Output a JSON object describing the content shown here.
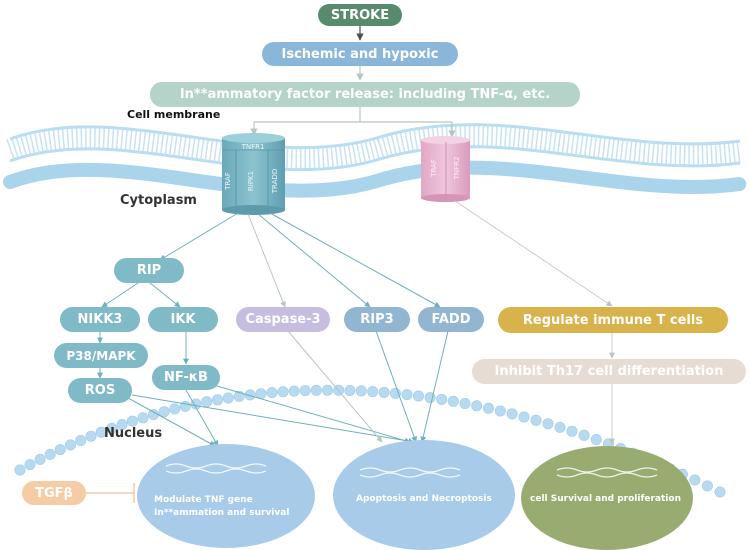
{
  "top": {
    "stroke": "STROKE",
    "ischemic": "Ischemic and hypoxic",
    "release": "In**ammatory factor release: including TNF-α, etc."
  },
  "labels": {
    "cell_membrane": "Cell membrane",
    "cytoplasm": "Cytoplasm",
    "nucleus": "Nucleus"
  },
  "receptors": {
    "tnfr1": "TNFR1",
    "traf": "TRAF",
    "ripk1": "RIPK1",
    "tradd": "TRADD",
    "tnfr2_traf": "TRAF",
    "tnfr2": "TNFR2"
  },
  "nodes": {
    "rip": "RIP",
    "nikk3": "NIKK3",
    "ikk": "IKK",
    "p38": "P38/MAPK",
    "ros": "ROS",
    "nfkb": "NF-κB",
    "caspase3": "Caspase-3",
    "rip3": "RIP3",
    "fadd": "FADD",
    "regulate": "Regulate immune T cells",
    "inhibit": "Inhibit Th17 cell differentiation",
    "tgfb": "TGFβ"
  },
  "outcomes": {
    "modulate_line1": "Modulate TNF gene",
    "modulate_line2": "In**ammation and survival",
    "apoptosis": "Apoptosis and Necroptosis",
    "survival": "cell Survival and proliferation"
  },
  "colors": {
    "stroke_green": "#5a8a6e",
    "blue_pill": "#8ab7d9",
    "release_pill": "#b5d3c9",
    "teal": "#7fbac6",
    "caspase": "#c6bde0",
    "rip3": "#92b6d1",
    "regulate": "#d8b24a",
    "inhibit": "#e6dcd4",
    "tgfb": "#f6cca6",
    "membrane": "#a9d4ec",
    "nucleus_bead": "#b7daf0",
    "ellipse_blue": "#a7cbe8",
    "ellipse_green": "#98ac72",
    "tnfr2": "#e7b5cf"
  }
}
